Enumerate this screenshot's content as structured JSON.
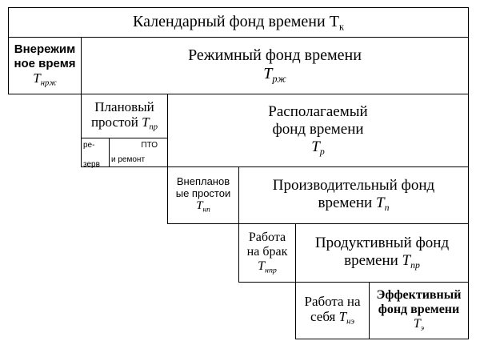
{
  "calendar": {
    "label": "Календарный фонд времени",
    "symbol": "T",
    "sub": "к"
  },
  "off_mode": {
    "line1": "Внережим",
    "line2": "ное время",
    "symbol": "T",
    "sub": "нрж"
  },
  "mode": {
    "label": "Режимный фонд времени",
    "symbol": "T",
    "sub": "рж"
  },
  "planned_idle": {
    "line1": "Плановый",
    "line2": "простой",
    "symbol": "T",
    "sub": "пр"
  },
  "reserve": {
    "line1": "ре-",
    "line2": "зерв"
  },
  "pto": {
    "line1": "ПТО",
    "line2": "и ремонт"
  },
  "available": {
    "line1": "Располагаемый",
    "line2": "фонд времени",
    "symbol": "T",
    "sub": "р"
  },
  "unplanned_idle": {
    "line1": "Внепланов",
    "line2": "ые простои",
    "symbol": "T",
    "sub": "нп"
  },
  "production": {
    "line1": "Производительный фонд",
    "line2": "времени",
    "symbol": "T",
    "sub": "п"
  },
  "defect": {
    "line1": "Работа",
    "line2": "на брак",
    "symbol": "T",
    "sub": "нпр"
  },
  "productive": {
    "line1": "Продуктивный фонд",
    "line2": "времени",
    "symbol": "T",
    "sub": "пр"
  },
  "self_work": {
    "line1": "Работа на",
    "line2": "себя",
    "symbol": "T",
    "sub": "нэ"
  },
  "effective": {
    "line1": "Эффективный",
    "line2": "фонд времени",
    "symbol": "T",
    "sub": "э"
  }
}
